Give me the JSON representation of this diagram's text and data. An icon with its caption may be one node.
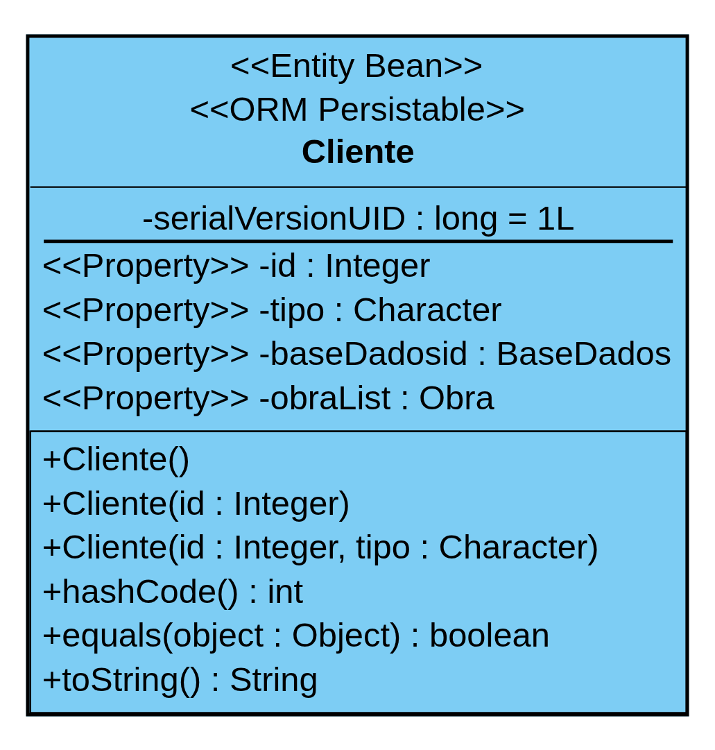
{
  "diagram": {
    "nodes": [
      {
        "text": [
          "<<Entity Bean>>",
          "<<ORM Persistable>>",
          "Cliente",
          "-serialVersionUID : long = 1L",
          "<<Property>> -id : Integer",
          "<<Property>> -tipo : Character",
          "<<Property>> -baseDadosid : BaseDados",
          "<<Property>> -obraList : Obra",
          "+Cliente()",
          "+Cliente(id : Integer)",
          "+Cliente(id : Integer, tipo : Character)",
          "+hashCode() : int",
          "+equals(object : Object) : boolean",
          "+toString() : String"
        ]
      }
    ]
  }
}
